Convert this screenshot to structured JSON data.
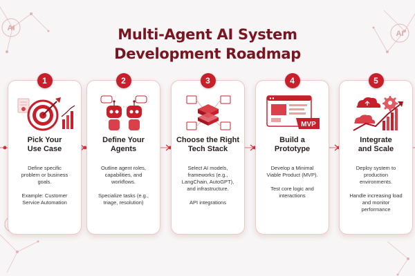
{
  "title": {
    "line1": "Multi-Agent AI System",
    "line2": "Development Roadmap"
  },
  "decor": {
    "ai_mark": "AI"
  },
  "colors": {
    "accent": "#c8202b",
    "title": "#7a1420",
    "border": "#f0c7c7",
    "background": "#f7f5f5"
  },
  "steps": [
    {
      "number": "1",
      "icon": "target-icon",
      "title_lines": [
        "Pick Your",
        "Use Case"
      ],
      "descriptions": [
        [
          "Define specific",
          "problem or business",
          "goals."
        ],
        [
          "Example: Customer",
          "Service Automation"
        ]
      ]
    },
    {
      "number": "2",
      "icon": "robot-agents-icon",
      "title_lines": [
        "Define Your",
        "Agents"
      ],
      "descriptions": [
        [
          "Outline agent roles,",
          "capabilities, and",
          "workflows."
        ],
        [
          "Specialize tasks (e.g.,",
          "triage, resolution)"
        ]
      ]
    },
    {
      "number": "3",
      "icon": "tech-stack-icon",
      "title_lines": [
        "Choose the Right",
        "Tech Stack"
      ],
      "descriptions": [
        [
          "Select AI models,",
          "frameworks (e.g.,",
          "LangChain, AutoGPT),",
          "and infrastructure."
        ],
        [
          "API integrations"
        ]
      ]
    },
    {
      "number": "4",
      "icon": "prototype-icon",
      "badge_text": "MVP",
      "title_lines": [
        "Build a",
        "Prototype"
      ],
      "descriptions": [
        [
          "Develop a Minimal",
          "Viable Product (MVP)."
        ],
        [
          "Test core logic and",
          "interactions"
        ]
      ]
    },
    {
      "number": "5",
      "icon": "cloud-scale-icon",
      "title_lines": [
        "Integrate",
        "and Scale"
      ],
      "descriptions": [
        [
          "Deploy system to",
          "production",
          "environments."
        ],
        [
          "Handle increasing load",
          "and monitor",
          "performance"
        ]
      ]
    }
  ]
}
